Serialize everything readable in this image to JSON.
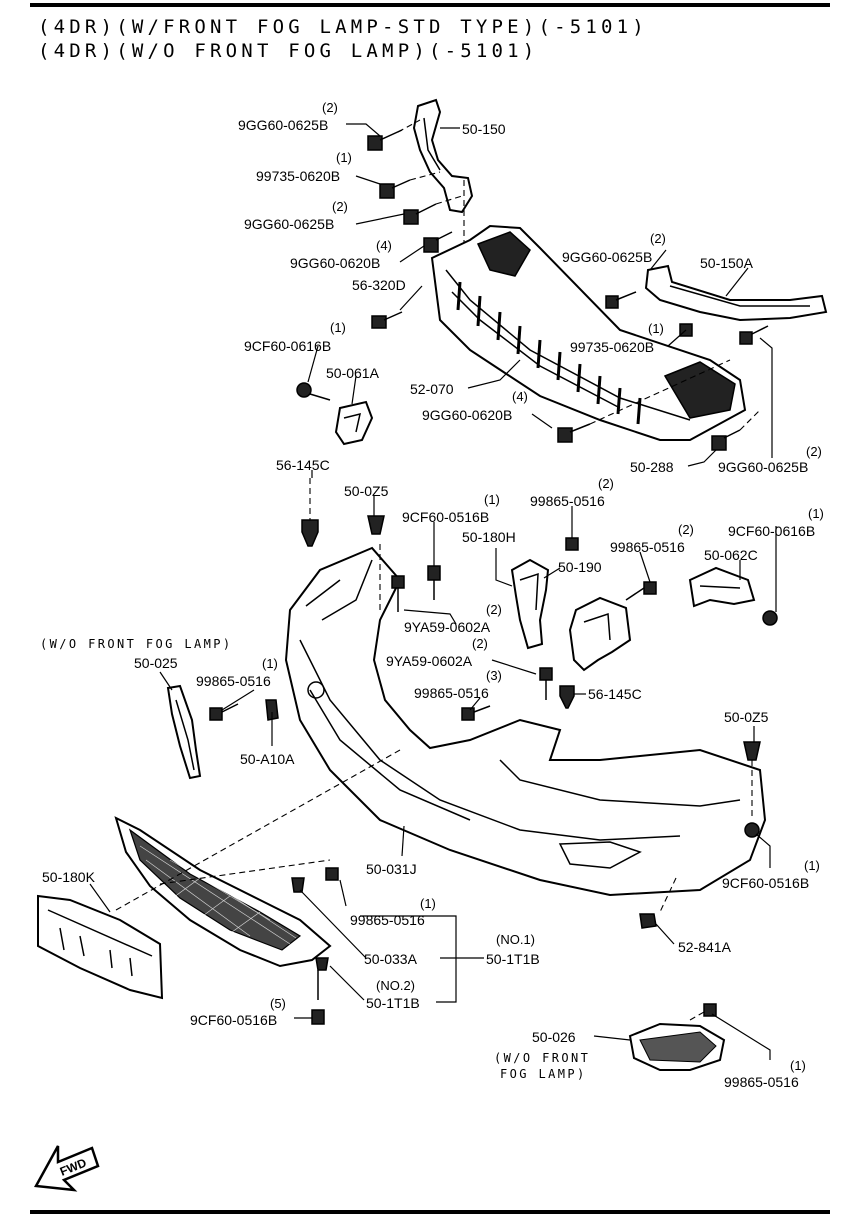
{
  "header": {
    "line1": "(4DR)(W/FRONT FOG LAMP-STD TYPE)(-5101)",
    "line2": "(4DR)(W/O FRONT FOG LAMP)(-5101)"
  },
  "notes": {
    "wo_fog_left": "(W/O FRONT FOG LAMP)",
    "wo_fog_right_1": "(W/O FRONT",
    "wo_fog_right_2": "FOG LAMP)"
  },
  "fwd_label": "FWD",
  "labels": [
    {
      "id": "l1",
      "text": "9GG60-0625B",
      "qty": "(2)"
    },
    {
      "id": "l2",
      "text": "50-150",
      "qty": ""
    },
    {
      "id": "l3",
      "text": "99735-0620B",
      "qty": "(1)"
    },
    {
      "id": "l4",
      "text": "9GG60-0625B",
      "qty": "(2)"
    },
    {
      "id": "l5",
      "text": "9GG60-0620B",
      "qty": "(4)"
    },
    {
      "id": "l6",
      "text": "56-320D",
      "qty": ""
    },
    {
      "id": "l7",
      "text": "9GG60-0625B",
      "qty": "(2)"
    },
    {
      "id": "l8",
      "text": "50-150A",
      "qty": ""
    },
    {
      "id": "l9",
      "text": "9CF60-0616B",
      "qty": "(1)"
    },
    {
      "id": "l10",
      "text": "99735-0620B",
      "qty": "(1)"
    },
    {
      "id": "l11",
      "text": "50-061A",
      "qty": ""
    },
    {
      "id": "l12",
      "text": "52-070",
      "qty": ""
    },
    {
      "id": "l13",
      "text": "9GG60-0620B",
      "qty": "(4)"
    },
    {
      "id": "l14",
      "text": "50-288",
      "qty": ""
    },
    {
      "id": "l15",
      "text": "9GG60-0625B",
      "qty": "(2)"
    },
    {
      "id": "l16",
      "text": "56-145C",
      "qty": ""
    },
    {
      "id": "l17",
      "text": "50-0Z5",
      "qty": ""
    },
    {
      "id": "l18",
      "text": "9CF60-0516B",
      "qty": "(1)"
    },
    {
      "id": "l19",
      "text": "99865-0516",
      "qty": "(2)"
    },
    {
      "id": "l20",
      "text": "9CF60-0616B",
      "qty": "(1)"
    },
    {
      "id": "l21",
      "text": "50-180H",
      "qty": ""
    },
    {
      "id": "l22",
      "text": "99865-0516",
      "qty": "(2)"
    },
    {
      "id": "l23",
      "text": "50-190",
      "qty": ""
    },
    {
      "id": "l24",
      "text": "50-062C",
      "qty": ""
    },
    {
      "id": "l25",
      "text": "9YA59-0602A",
      "qty": "(2)"
    },
    {
      "id": "l26",
      "text": "50-025",
      "qty": ""
    },
    {
      "id": "l27",
      "text": "99865-0516",
      "qty": "(1)"
    },
    {
      "id": "l28",
      "text": "9YA59-0602A",
      "qty": "(2)"
    },
    {
      "id": "l29",
      "text": "99865-0516",
      "qty": "(3)"
    },
    {
      "id": "l30",
      "text": "56-145C",
      "qty": ""
    },
    {
      "id": "l31",
      "text": "50-A10A",
      "qty": ""
    },
    {
      "id": "l32",
      "text": "50-0Z5",
      "qty": ""
    },
    {
      "id": "l33",
      "text": "50-031J",
      "qty": ""
    },
    {
      "id": "l34",
      "text": "50-180K",
      "qty": ""
    },
    {
      "id": "l35",
      "text": "9CF60-0516B",
      "qty": "(1)"
    },
    {
      "id": "l36",
      "text": "99865-0516",
      "qty": "(1)"
    },
    {
      "id": "l37",
      "text": "50-033A",
      "qty": ""
    },
    {
      "id": "l38",
      "text": "50-1T1B",
      "qty": "(NO.1)"
    },
    {
      "id": "l39",
      "text": "52-841A",
      "qty": ""
    },
    {
      "id": "l40",
      "text": "50-1T1B",
      "qty": "(NO.2)"
    },
    {
      "id": "l41",
      "text": "9CF60-0516B",
      "qty": "(5)"
    },
    {
      "id": "l42",
      "text": "50-026",
      "qty": ""
    },
    {
      "id": "l43",
      "text": "99865-0516",
      "qty": "(1)"
    }
  ]
}
